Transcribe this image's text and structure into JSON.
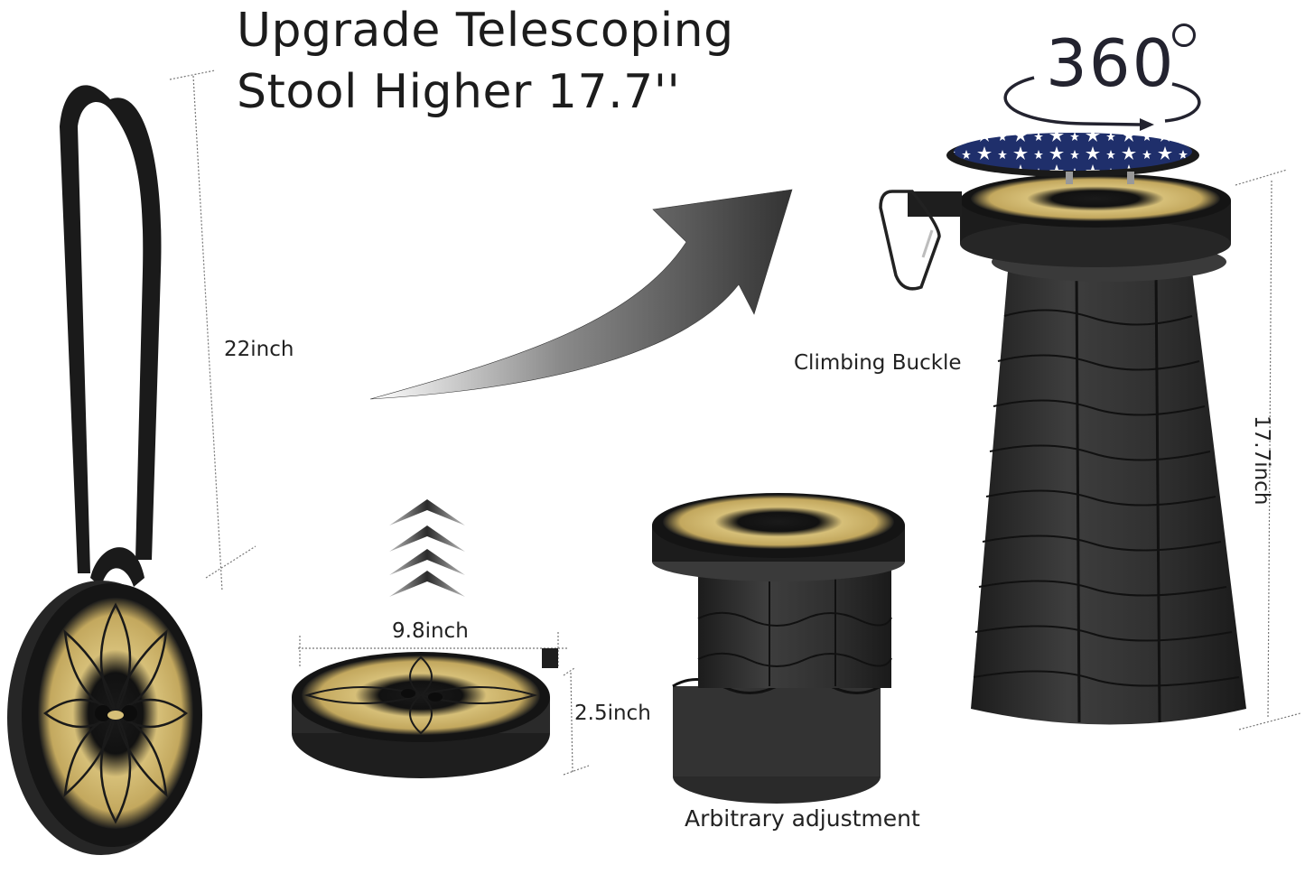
{
  "headline": {
    "line1": "Upgrade Telescoping",
    "line2": "Stool Higher 17.7''"
  },
  "rotation_badge": {
    "text": "360",
    "unit_icon": "degree-symbol",
    "icon": "rotate-arrow-icon"
  },
  "dimensions": {
    "strap_length": "22inch",
    "diameter": "9.8inch",
    "folded_height": "2.5inch",
    "extended_height": "17.7inch"
  },
  "feature_labels": {
    "buckle": "Climbing Buckle",
    "adjustment": "Arbitrary adjustment"
  },
  "colors": {
    "stool_body": "#2e2e2e",
    "gold_pattern": "#c9b06a",
    "cushion_navy": "#1f2f6b",
    "text": "#1e1e1e",
    "arrow_dark": "#3a3a3a"
  }
}
